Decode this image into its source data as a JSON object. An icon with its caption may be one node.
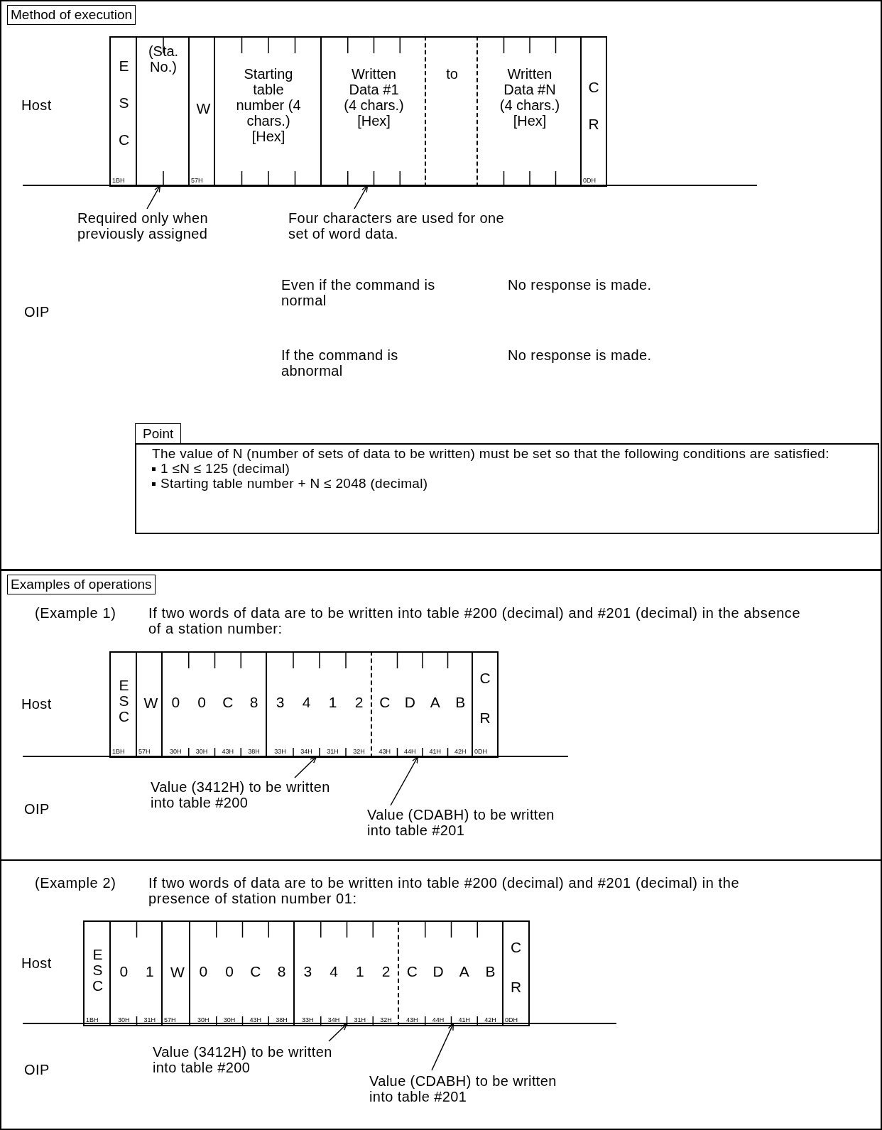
{
  "diagram": {
    "nodes": [
      {
        "text": [
          "Method of execution"
        ]
      },
      {
        "text": [
          "ESC",
          "1BH"
        ],
        "in": 0
      },
      {
        "text": [
          "(Sta. No.)"
        ],
        "in": 0
      },
      {
        "text": [
          "W",
          "57H"
        ],
        "in": 0
      },
      {
        "text": [
          "Starting table number (4 chars.) [Hex]"
        ],
        "in": 0
      },
      {
        "text": [
          "Written Data #1 (4 chars.) [Hex]"
        ],
        "in": 0
      },
      {
        "text": [
          "to"
        ],
        "in": 0
      },
      {
        "text": [
          "Written Data #N (4 chars.) [Hex]"
        ],
        "in": 0
      },
      {
        "text": [
          "CR",
          "0DH"
        ],
        "in": 0
      },
      {
        "text": [
          "Required only when previously assigned"
        ],
        "in": 0
      },
      {
        "text": [
          "Four characters are used for one set of word data."
        ],
        "in": 0
      },
      {
        "text": [
          "Point",
          "The value of N (number of sets of data to be written) must be set so that the following conditions are satisfied:",
          "1 ≤N ≤ 125 (decimal)",
          "Starting table number + N ≤ 2048 (decimal)"
        ],
        "in": 0
      },
      {
        "text": [
          "Examples of operations"
        ]
      },
      {
        "text": [
          "(Example 1)",
          "If two words of data are to be written into table #200 (decimal) and #201 (decimal) in the absence of a station number:"
        ],
        "in": 12
      },
      {
        "text": [
          "ESC",
          "1BH"
        ],
        "in": 13
      },
      {
        "text": [
          "W",
          "57H"
        ],
        "in": 13
      },
      {
        "text": [
          "0",
          "0",
          "C",
          "8",
          "30H",
          "30H",
          "43H",
          "38H"
        ],
        "in": 13
      },
      {
        "text": [
          "3",
          "4",
          "1",
          "2",
          "33H",
          "34H",
          "31H",
          "32H"
        ],
        "in": 13
      },
      {
        "text": [
          "C",
          "D",
          "A",
          "B",
          "43H",
          "44H",
          "41H",
          "42H"
        ],
        "in": 13
      },
      {
        "text": [
          "CR",
          "0DH"
        ],
        "in": 13
      },
      {
        "text": [
          "Value (3412H) to be written into table #200"
        ],
        "in": 13
      },
      {
        "text": [
          "Value (CDABH) to be written into table #201"
        ],
        "in": 13
      },
      {
        "text": [
          "(Example 2)",
          "If two words of data are to be written into table #200 (decimal) and #201 (decimal) in the presence of station number 01:"
        ],
        "in": 12
      },
      {
        "text": [
          "ESC",
          "1BH"
        ],
        "in": 22
      },
      {
        "text": [
          "0",
          "1",
          "30H",
          "31H"
        ],
        "in": 22
      },
      {
        "text": [
          "W",
          "57H"
        ],
        "in": 22
      },
      {
        "text": [
          "0",
          "0",
          "C",
          "8",
          "30H",
          "30H",
          "43H",
          "38H"
        ],
        "in": 22
      },
      {
        "text": [
          "3",
          "4",
          "1",
          "2",
          "33H",
          "34H",
          "31H",
          "32H"
        ],
        "in": 22
      },
      {
        "text": [
          "C",
          "D",
          "A",
          "B",
          "43H",
          "44H",
          "41H",
          "42H"
        ],
        "in": 22
      },
      {
        "text": [
          "CR",
          "0DH"
        ],
        "in": 22
      },
      {
        "text": [
          "Value (3412H) to be written into table #200"
        ],
        "in": 22
      },
      {
        "text": [
          "Value (CDABH) to be written into table #201"
        ],
        "in": 22
      }
    ],
    "edges": [
      {
        "from": 9,
        "to": 2,
        "arrow": "to"
      },
      {
        "from": 10,
        "to": 5,
        "arrow": "to"
      },
      {
        "from": 20,
        "to": 17,
        "arrow": "to"
      },
      {
        "from": 21,
        "to": 18,
        "arrow": "to"
      },
      {
        "from": 30,
        "to": 27,
        "arrow": "to"
      },
      {
        "from": 31,
        "to": 28,
        "arrow": "to"
      }
    ],
    "labels": [
      "Host",
      "Even if the command is normal",
      "No response is made.",
      "OIP",
      "If the command is abnormal",
      "No response is made.",
      "Host",
      "OIP",
      "Host",
      "OIP"
    ]
  }
}
